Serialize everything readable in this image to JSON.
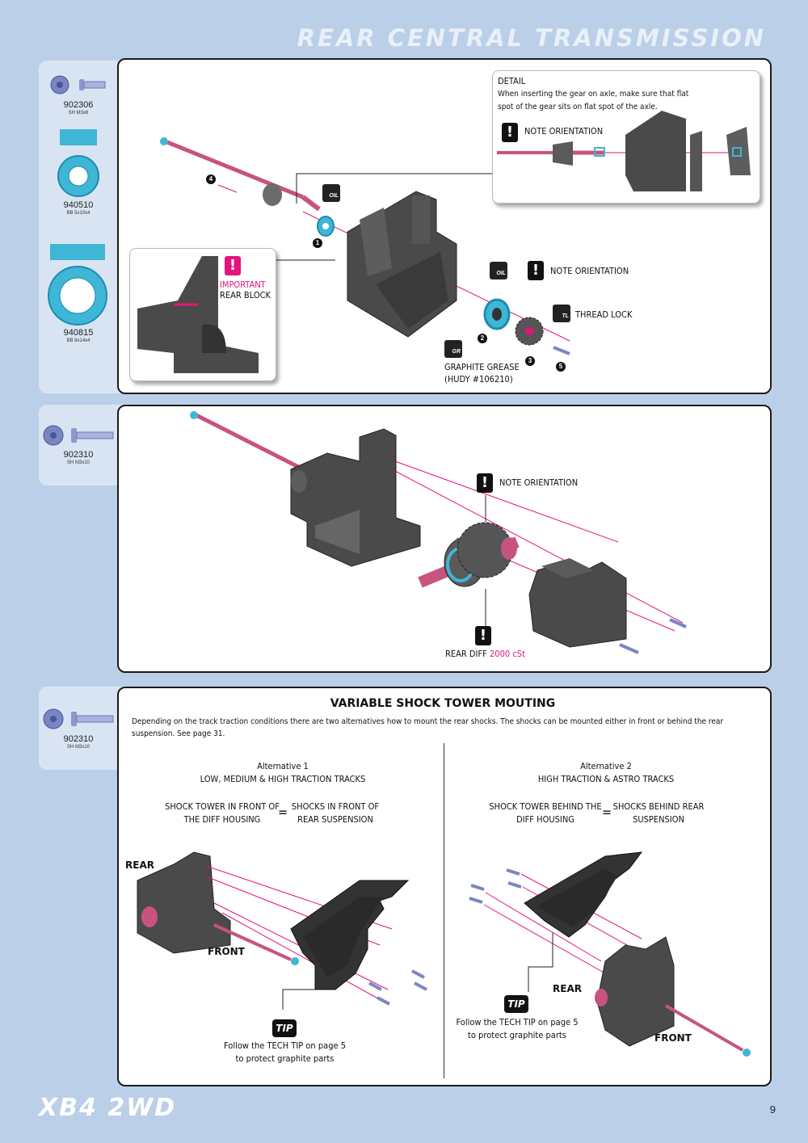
{
  "page": {
    "title": "REAR CENTRAL TRANSMISSION",
    "footer_logo": "XB4 2WD",
    "page_number": "9"
  },
  "colors": {
    "background": "#bccfe9",
    "accent_pink": "#e2147e",
    "bearing_cyan": "#3fb6d6",
    "parts_gray": "#4a4a4a"
  },
  "parts": [
    {
      "code": "902306",
      "desc": "SH M3x6"
    },
    {
      "code": "940510",
      "desc": "BB 5x10x4"
    },
    {
      "code": "940815",
      "desc": "BB 8x14x4"
    },
    {
      "code": "902310",
      "desc": "SH M3x10"
    },
    {
      "code": "902310",
      "desc": "SH M3x10"
    }
  ],
  "step1": {
    "detail_title": "DETAIL",
    "detail_text_1": "When inserting the gear on axle, make sure that flat",
    "detail_text_2": "spot of the gear sits on flat spot of the axle.",
    "note_orientation_1": "NOTE ORIENTATION",
    "important": "IMPORTANT",
    "rear_block": "REAR BLOCK",
    "note_orientation_2": "NOTE ORIENTATION",
    "thread_lock": "THREAD LOCK",
    "graphite_grease": "GRAPHITE GREASE",
    "hudy_code": "(HUDY #106210)",
    "oil_icon": "OIL",
    "gr_icon": "GR",
    "tl_icon": "TL",
    "exclamation": "!",
    "numbers": [
      "1",
      "2",
      "3",
      "4",
      "5"
    ]
  },
  "step2": {
    "note_orientation": "NOTE ORIENTATION",
    "rear_diff": "REAR DIFF",
    "rear_diff_value": "2000 cSt",
    "exclamation": "!"
  },
  "step3": {
    "heading": "VARIABLE SHOCK TOWER MOUTING",
    "description": "Depending on the track traction conditions there are two alternatives how to mount the rear shocks. The shocks can be mounted either in front or behind the rear suspension. See page 31.",
    "alt1": {
      "label": "Alternative 1",
      "tracks": "LOW, MEDIUM & HIGH TRACTION TRACKS",
      "left_1": "SHOCK TOWER IN FRONT OF",
      "left_2": "THE DIFF HOUSING",
      "equals": "=",
      "right_1": "SHOCKS IN FRONT OF",
      "right_2": "REAR SUSPENSION",
      "rear": "REAR",
      "front": "FRONT",
      "tip": "TIP",
      "tip_text_1": "Follow the TECH TIP on page 5",
      "tip_text_2": "to protect graphite parts"
    },
    "alt2": {
      "label": "Alternative 2",
      "tracks": "HIGH TRACTION & ASTRO TRACKS",
      "left_1": "SHOCK TOWER BEHIND THE",
      "left_2": "DIFF HOUSING",
      "equals": "=",
      "right_1": "SHOCKS BEHIND REAR",
      "right_2": "SUSPENSION",
      "rear": "REAR",
      "front": "FRONT",
      "tip": "TIP",
      "tip_text_1": "Follow the TECH TIP on page 5",
      "tip_text_2": "to protect graphite parts"
    }
  }
}
